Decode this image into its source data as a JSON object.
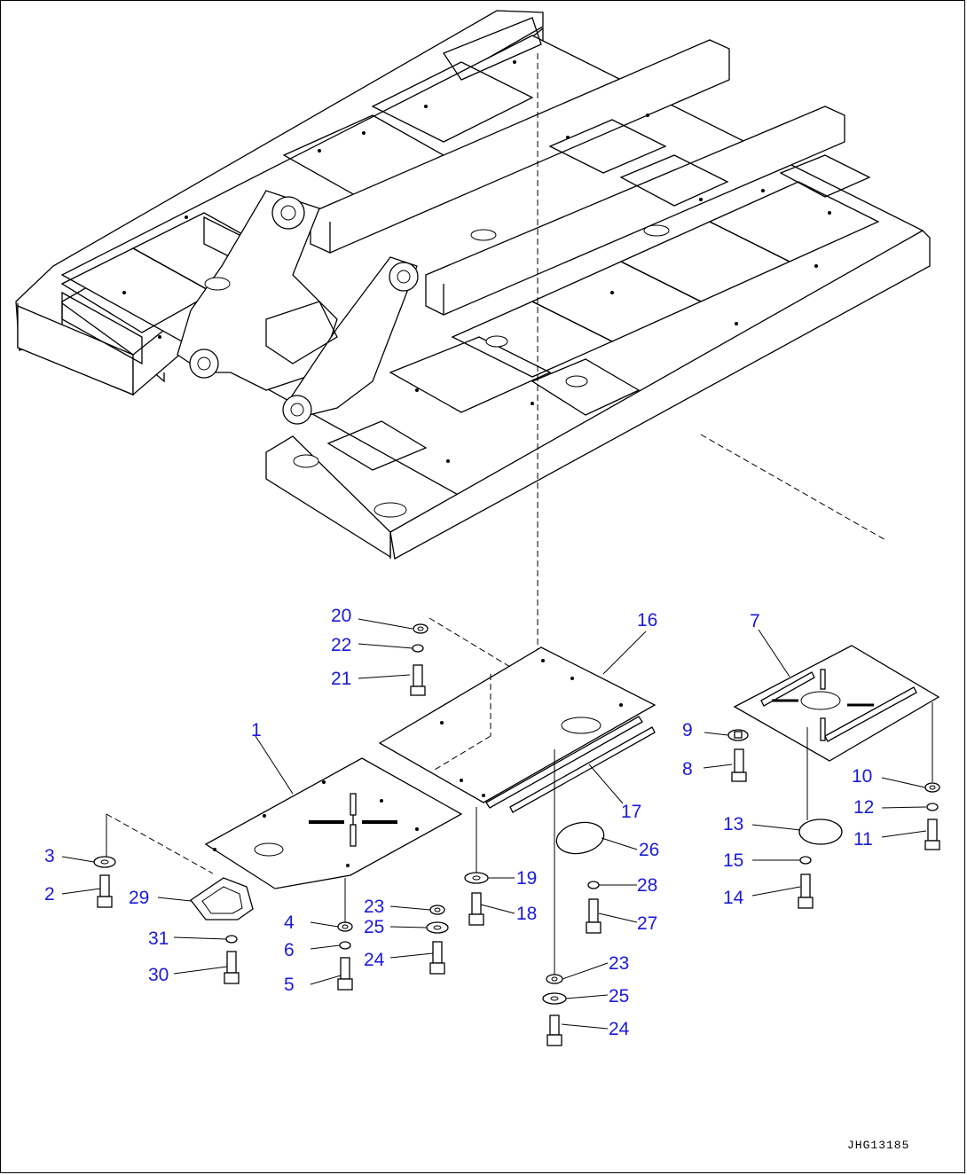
{
  "drawing_code": "JHG13185",
  "callouts": {
    "c1": "1",
    "c2": "2",
    "c3": "3",
    "c4": "4",
    "c5": "5",
    "c6": "6",
    "c7": "7",
    "c8": "8",
    "c9": "9",
    "c10": "10",
    "c11": "11",
    "c12": "12",
    "c13": "13",
    "c14": "14",
    "c15": "15",
    "c16": "16",
    "c17": "17",
    "c18": "18",
    "c19": "19",
    "c20": "20",
    "c21": "21",
    "c22": "22",
    "c23a": "23",
    "c24a": "24",
    "c25a": "25",
    "c23b": "23",
    "c24b": "24",
    "c25b": "25",
    "c26": "26",
    "c27": "27",
    "c28": "28",
    "c29": "29",
    "c30": "30",
    "c31": "31"
  },
  "colors": {
    "callout": "#1a1adc",
    "line": "#000000",
    "background": "#ffffff"
  }
}
